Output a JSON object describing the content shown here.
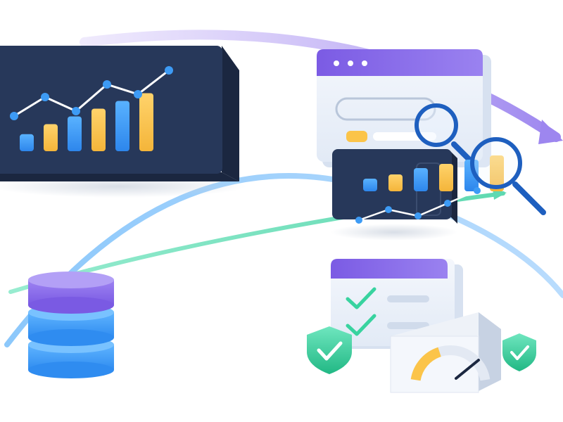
{
  "colors": {
    "navy": "#24334f",
    "navy_dark": "#1b2740",
    "navy_side": "#2d3d5c",
    "blue": "#3d9bf5",
    "blue_light": "#5ab4ff",
    "gold": "#fbc449",
    "purple": "#7c5ce6",
    "purple_light": "#9c86f0",
    "teal": "#38d39f",
    "pale_blue": "#e6eefb",
    "panel_grey": "#eef2f8",
    "lens_blue": "#1e5fbf"
  },
  "icons": {
    "dashboard": "dashboard-chart-icon",
    "browser": "browser-window-icon",
    "magnifier": "magnifier-icon",
    "database": "database-icon",
    "checklist": "checklist-icon",
    "gauge": "gauge-icon",
    "shield": "shield-check-icon"
  },
  "dashboard_chart": {
    "bars": [
      0.22,
      0.35,
      0.45,
      0.55,
      0.65,
      0.75
    ],
    "line": [
      0.55,
      0.82,
      0.62,
      1.0,
      0.86,
      1.2
    ]
  },
  "mini_chart": {
    "bars": [
      0.3,
      0.4,
      0.55,
      0.65,
      0.75,
      0.85
    ],
    "line": [
      0.05,
      0.3,
      0.15,
      0.45,
      0.75
    ]
  },
  "gauge": {
    "level": 0.35
  },
  "checklist": {
    "checked_items": 2
  }
}
